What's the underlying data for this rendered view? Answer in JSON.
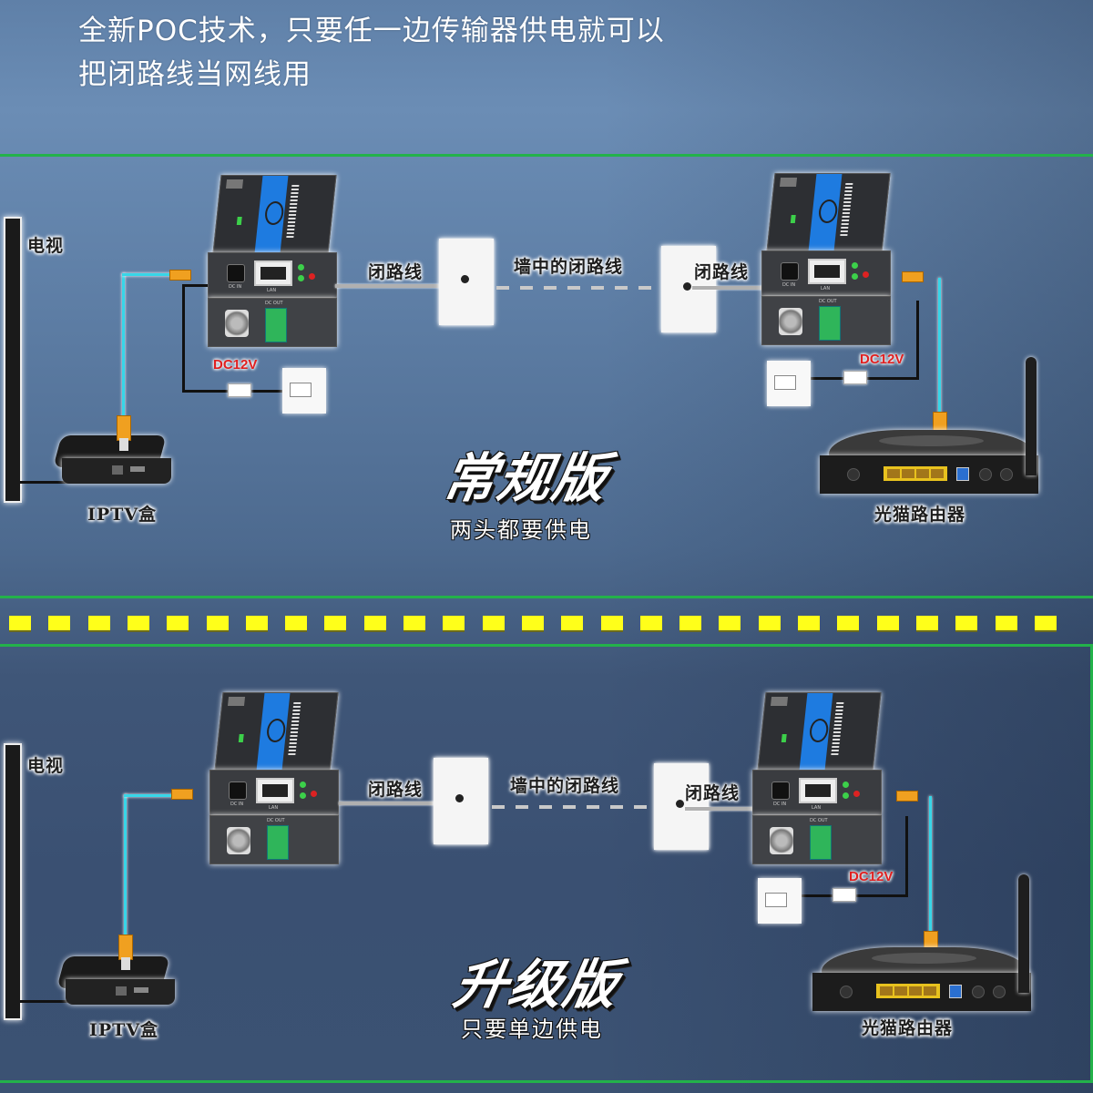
{
  "headline": {
    "line1": "全新POC技术，只要任一边传输器供电就可以",
    "line2": "把闭路线当网线用"
  },
  "panels": [
    {
      "id": "standard",
      "title": "常规版",
      "subtitle": "两头都要供电",
      "tv_label": "电视",
      "iptv_label": "IPTV盒",
      "cable_left_label": "闭路线",
      "cable_wall_label": "墙中的闭路线",
      "cable_right_label": "闭路线",
      "router_label": "光猫路由器",
      "power_left": "DC12V",
      "power_right": "DC12V"
    },
    {
      "id": "upgraded",
      "title": "升级版",
      "subtitle": "只要单边供电",
      "tv_label": "电视",
      "iptv_label": "IPTV盒",
      "cable_left_label": "闭路线",
      "cable_wall_label": "墙中的闭路线",
      "cable_right_label": "闭路线",
      "router_label": "光猫路由器",
      "power_right": "DC12V"
    }
  ],
  "device_ports": {
    "dc_in": "DC IN",
    "lan": "LAN",
    "dc_out": "DC OUT"
  },
  "colors": {
    "separator_green": "#23b24a",
    "dash_yellow": "#ffff1a",
    "device_stripe": "#1e7be0",
    "network_cable": "#37d6e8",
    "power_label": "#e02020"
  }
}
